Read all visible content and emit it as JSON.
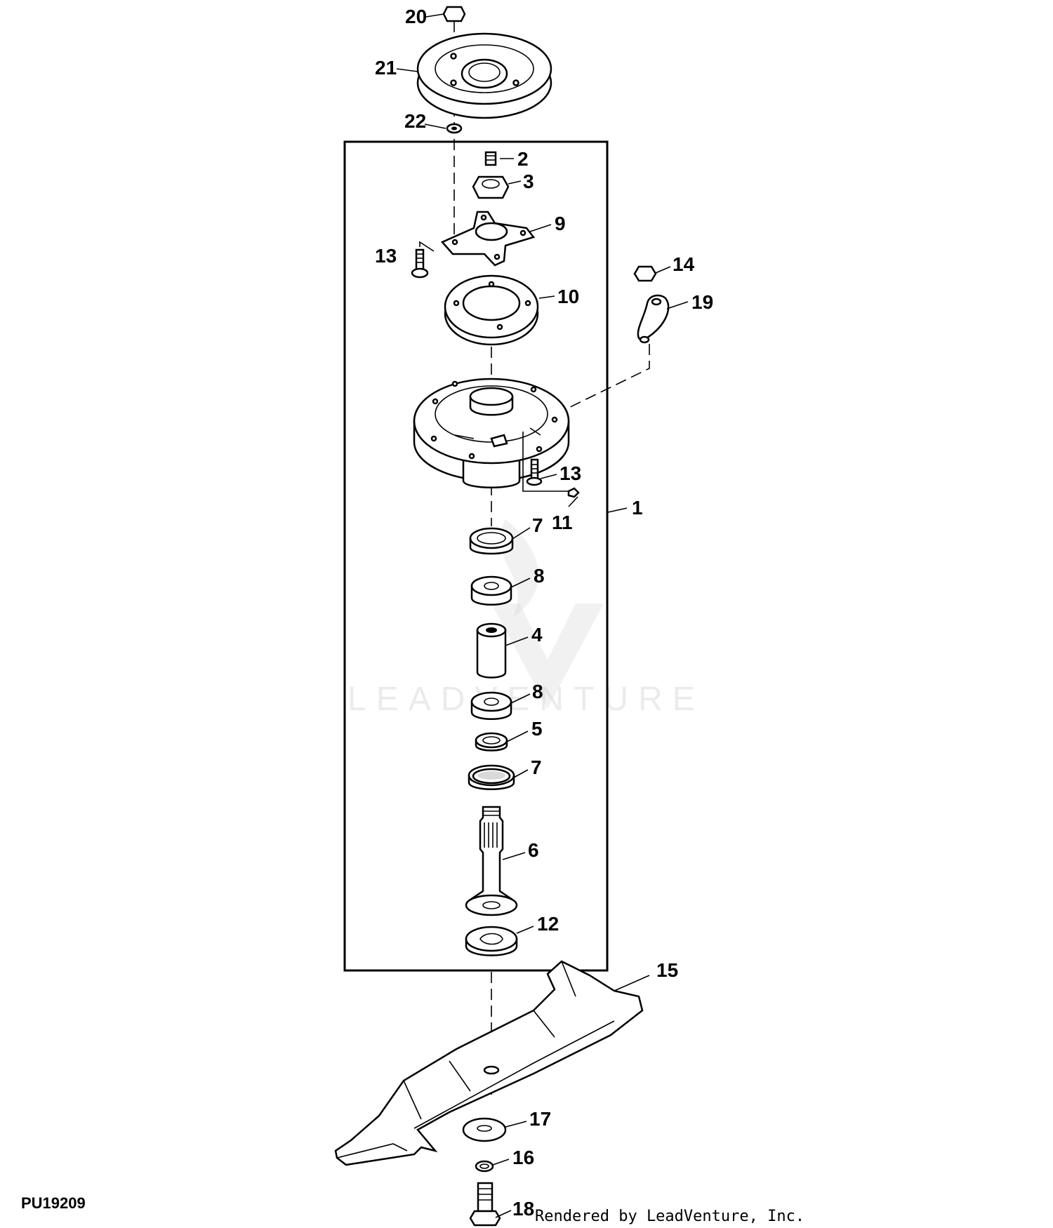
{
  "figure_id": "PU19209",
  "credit": "Rendered by LeadVenture, Inc.",
  "watermark": "LEADVENTURE",
  "callouts": {
    "c1": "1",
    "c2": "2",
    "c3": "3",
    "c4": "4",
    "c5": "5",
    "c6": "6",
    "c7a": "7",
    "c7b": "7",
    "c8a": "8",
    "c8b": "8",
    "c9": "9",
    "c10": "10",
    "c11": "11",
    "c12": "12",
    "c13a": "13",
    "c13b": "13",
    "c14": "14",
    "c15": "15",
    "c16": "16",
    "c17": "17",
    "c18": "18",
    "c19": "19",
    "c20": "20",
    "c21": "21",
    "c22": "22"
  }
}
